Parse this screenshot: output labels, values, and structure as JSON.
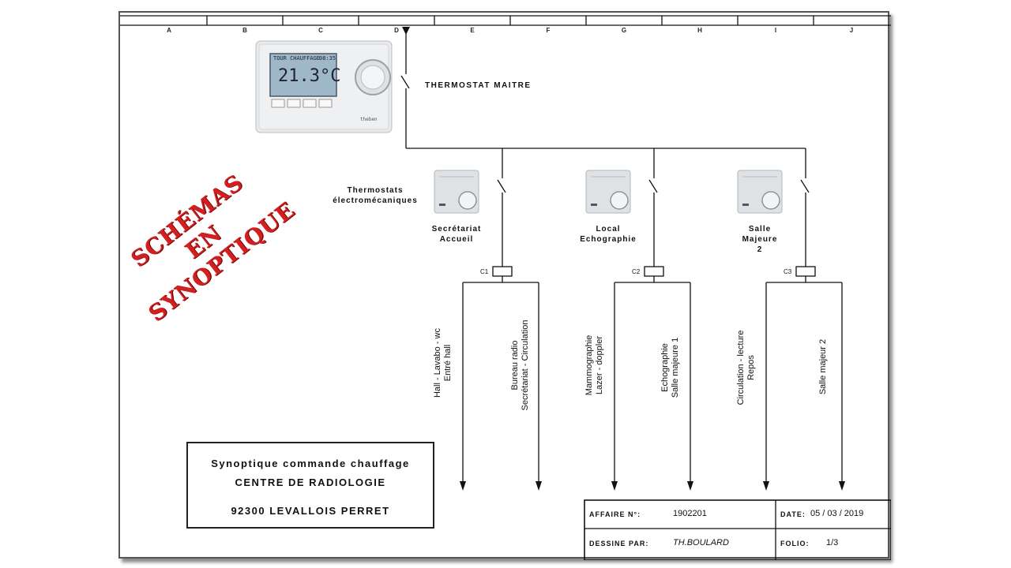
{
  "grid_columns": [
    "A",
    "B",
    "C",
    "D",
    "E",
    "F",
    "G",
    "H",
    "I",
    "J"
  ],
  "stamp": {
    "line1": "SCHÉMAS EN",
    "line2": "SYNOPTIQUE"
  },
  "master": {
    "label": "THERMOSTAT MAITRE",
    "device_display": "21.3°C",
    "device_top": "TOUR CHAUFFAGE",
    "device_time": "08:35",
    "device_brand": "theben"
  },
  "thermostats_label": {
    "line1": "Thermostats",
    "line2": "électromécaniques"
  },
  "zones": [
    {
      "id": "C1",
      "name": [
        "Secrétariat",
        "Accueil"
      ],
      "circuits": [
        [
          "Hall - Lavabo - wc",
          "Entré hall"
        ],
        [
          "Bureau radio",
          "Secrétariat - Circulation"
        ]
      ]
    },
    {
      "id": "C2",
      "name": [
        "Local",
        "Echographie"
      ],
      "circuits": [
        [
          "Mammographie",
          "Lazer - doppler"
        ],
        [
          "Echographie",
          "Salle majeure 1"
        ]
      ]
    },
    {
      "id": "C3",
      "name": [
        "Salle",
        "Majeure",
        "2"
      ],
      "circuits": [
        [
          "Circulation - lecture",
          "Repos"
        ],
        [
          "Salle majeur 2"
        ]
      ]
    }
  ],
  "title_block": {
    "line1": "Synoptique commande chauffage",
    "line2": "CENTRE DE RADIOLOGIE",
    "line3": "92300 LEVALLOIS PERRET"
  },
  "cartouche": {
    "affaire_label": "AFFAIRE N°:",
    "affaire_value": "1902201",
    "date_label": "DATE:",
    "date_value": "05 / 03 / 2019",
    "dessine_label": "DESSINE PAR:",
    "dessine_value": "TH.BOULARD",
    "folio_label": "FOLIO:",
    "folio_value": "1/3"
  },
  "colors": {
    "stamp": "#d21f1f",
    "line": "#111111",
    "device": "#e4e6e8"
  }
}
